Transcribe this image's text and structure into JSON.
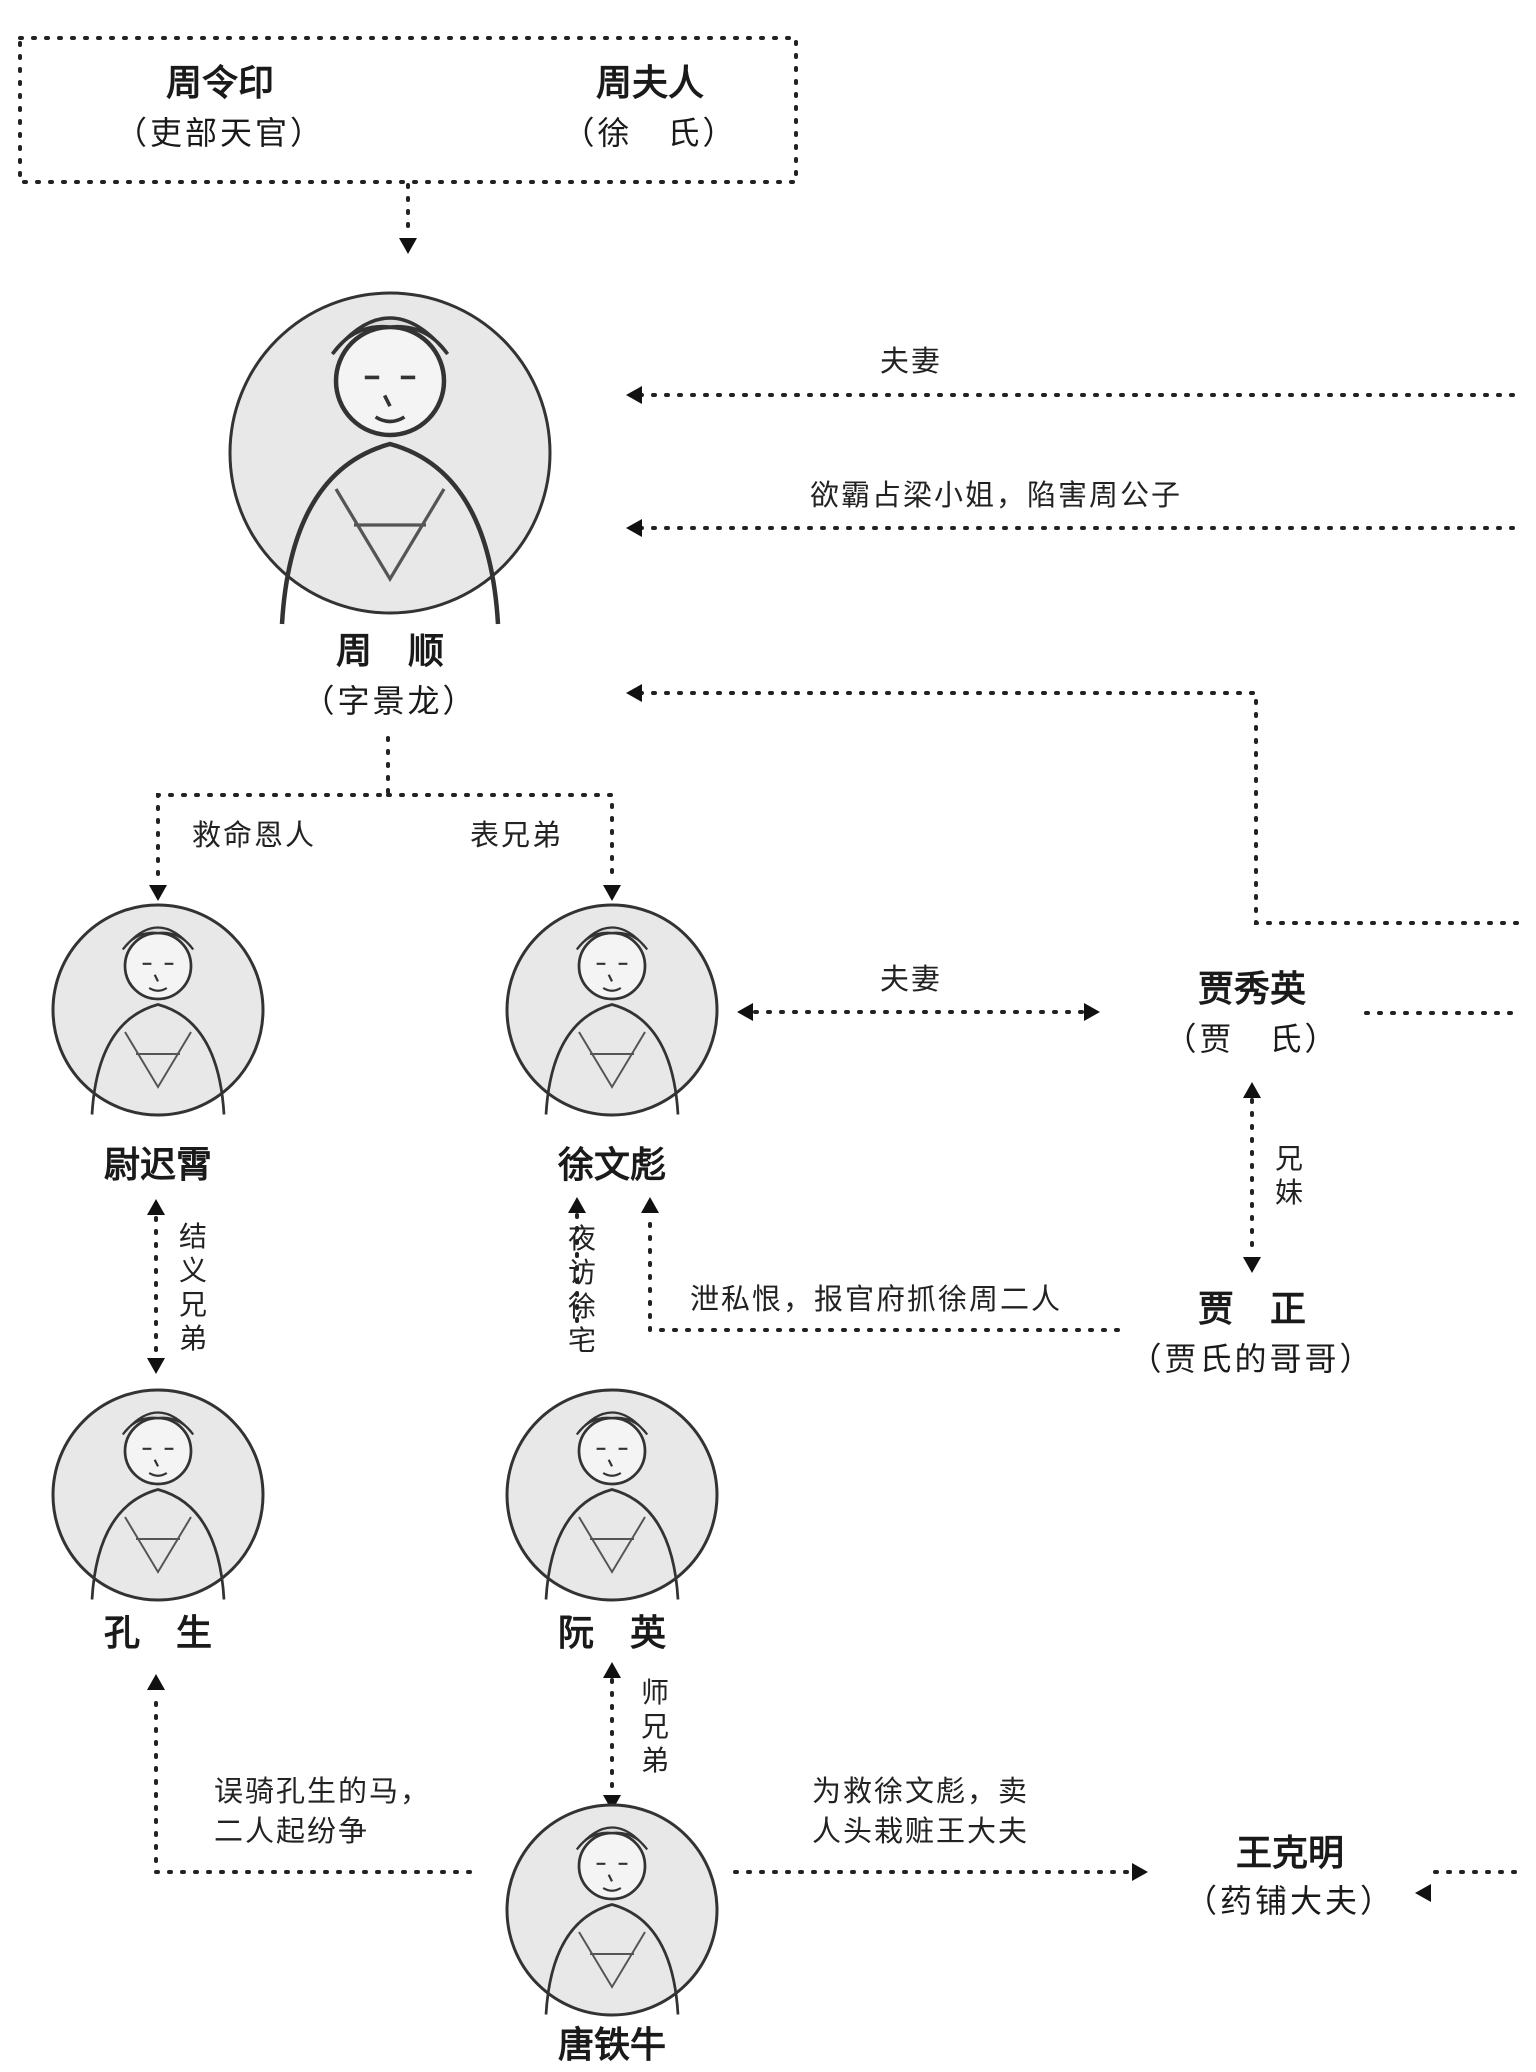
{
  "parents": {
    "father": {
      "name": "周令印",
      "note": "（吏部天官）"
    },
    "mother": {
      "name": "周夫人",
      "note": "（徐　氏）"
    }
  },
  "people": {
    "zhou_shun": {
      "name": "周　顺",
      "note": "（字景龙）"
    },
    "yu_chixiao": {
      "name": "尉迟霄"
    },
    "xu_wenbiao": {
      "name": "徐文彪"
    },
    "jia_xiuying": {
      "name": "贾秀英",
      "note": "（贾　氏）"
    },
    "jia_zheng": {
      "name": "贾　正",
      "note": "（贾氏的哥哥）"
    },
    "kong_sheng": {
      "name": "孔　生"
    },
    "ruan_ying": {
      "name": "阮　英"
    },
    "tang_tieniu": {
      "name": "唐铁牛"
    },
    "wang_keming": {
      "name": "王克明",
      "note": "（药铺大夫）"
    }
  },
  "relations": {
    "couple_top": "夫妻",
    "liang_plot": "欲霸占梁小姐，陷害周公子",
    "savior": "救命恩人",
    "cousin": "表兄弟",
    "couple_xu_jia": "夫妻",
    "siblings": "兄妹",
    "sworn_brothers": "结义兄弟",
    "night_visit": "夜访徐宅",
    "revenge": "泄私恨，报官府抓徐周二人",
    "fellow_disciples": "师兄弟",
    "horse_line1": "误骑孔生的马，",
    "horse_line2": "二人起纷争",
    "rescue_line1": "为救徐文彪，卖",
    "rescue_line2": "人头栽赃王大夫"
  }
}
